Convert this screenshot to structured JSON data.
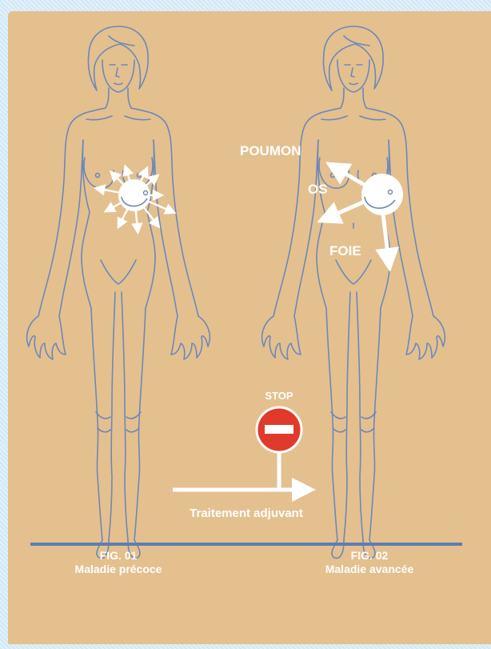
{
  "figure1": {
    "label": "FIG. 01",
    "caption": "Maladie précoce"
  },
  "figure2": {
    "label": "FIG. 02",
    "caption": "Maladie avancée",
    "sites": {
      "lung": "POUMON",
      "bone": "OS",
      "liver": "FOIE"
    }
  },
  "stop_sign": {
    "label": "STOP"
  },
  "treatment_arrow": {
    "label": "Traitement adjuvant"
  },
  "colors": {
    "background": "#e4c08f",
    "outline": "#6d88b8",
    "ground_line": "#5f7db0",
    "stop_red": "#e03a2c",
    "white": "#ffffff"
  }
}
